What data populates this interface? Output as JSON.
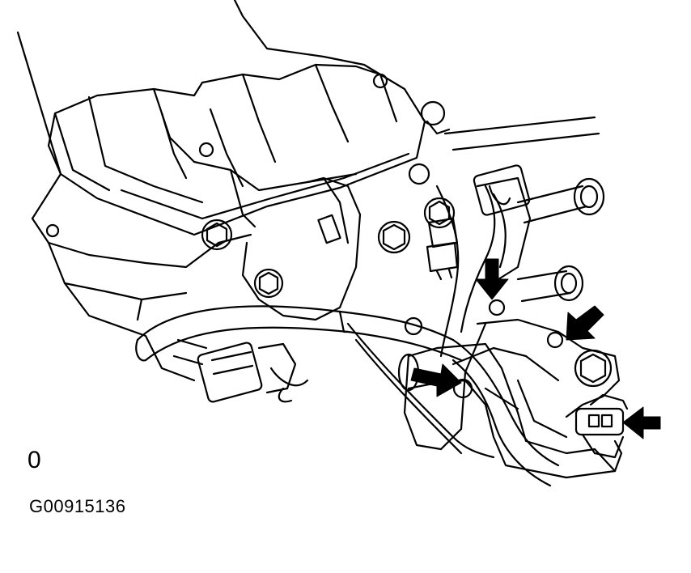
{
  "diagram": {
    "view_marker": "0",
    "figure_code": "G00915136",
    "callout_arrow_count": 4,
    "colors": {
      "line": "#000000",
      "background": "#ffffff"
    }
  }
}
